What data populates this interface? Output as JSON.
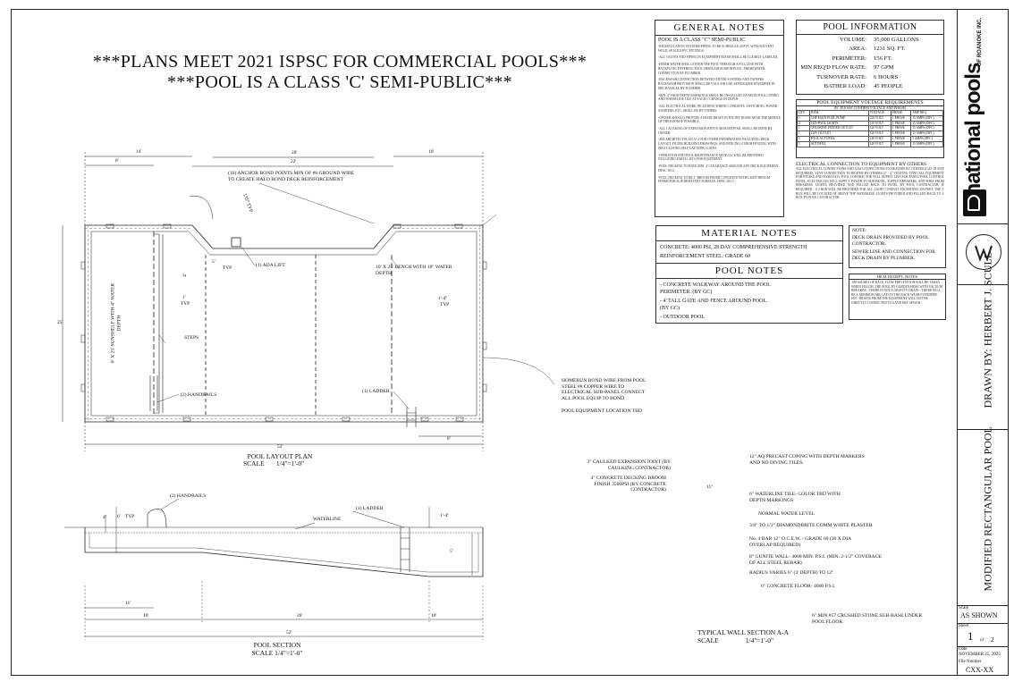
{
  "banner": {
    "line1": "***PLANS MEET 2021 ISPSC FOR COMMERCIAL POOLS***",
    "line2": "***POOL IS A CLASS 'C' SEMI-PUBLIC***"
  },
  "general_notes": {
    "title": "GENERAL NOTES",
    "subtitle": "POOL IS A CLASS \"C\" SEMI-PUBLIC",
    "paragraphs": [
      "-RECIRCULATION SYSTEMS PIPING TO BE SCHEDULE 40 PVC WITH SOLVENT WELD, SEALED PVC FITTINGS.",
      "-ALL VALVES AND PIPING IN EQUIPMENT ROOM SHALL BE CLEARLY LABELED.",
      "-FRESH WATER SHALL ENTER THE POOL THROUGH A FILL LINE WITH BACKFLOW, ENTERING POOL THROUGH SUMP IN POOL. FRESH WATER CONNECTION BY PLUMBER.",
      "-BACKWASH CONNECTION BETWEEN FILTER SYSTEMS AND OWNERS BACKWASH PROVISION SHALL BE VIA A AIR GAP, SEWER LINE STANDPIPE IN MECHANICAL BY PLUMBER.",
      "-MIN. 4\" HIGH DEPTH MARKINGS SHALL BE INSTALLED ON MAIN POOL COPING AND WATERLINE TILE AT EACH 1' CHANGE IN DEPTH.",
      "-ALL ELECTRICAL WORK INCLUDING WIRING CONDUITS, SWITCHING, POWER STARTERS, ETC. SHALL BE BY OTHERS.",
      "-OWNER SHOULD PROVIDE A HOOK DRAIN IN POLTRY ROOM NEAR THE MIDDLE OF THE ROOM IF POSSIBLE.",
      "-ALL CAULKING OF EXPANSION JOINTS AROUND POOL SHALL BE DONE BY OWNER.",
      "-SEE ARCHITECT PLAN A1.0 FOR OTHER INFORMATION INCLUDING DECK LAYOUT, FILTER BUILDING DRAWINGS, AND FENCING 4' HIGH FENCING WITH SELF CLOSING SELF LATCHING GATES.",
      "-OPERATION AND POOL MAINTENANCE MANUAL WILL BE PROVIDED INCLUDING PARTS LISTS FOR EQUIPMENT.",
      "-POOL DECKING TO HAVE MIN. 4' CLEARANCE AROUND ANY DECK EQUIPMENT. ISPSC 304.1",
      "-POOL DECKING TO BE 4\" BROOM FINISH CONCRETE WITH LIGHT BROOM FINISH FOR SLIP RESISTANT SURFACE. ISPSC 305.3"
    ]
  },
  "pool_info": {
    "title": "POOL INFORMATION",
    "rows": [
      {
        "k": "VOLUME:",
        "v": "35,000 GALLONS"
      },
      {
        "k": "AREA:",
        "v": "1231 SQ. FT."
      },
      {
        "k": "PERIMETER:",
        "v": "156 FT."
      },
      {
        "k": "MIN REQ'D FLOW RATE:",
        "v": "97 GPM"
      },
      {
        "k": "TURNOVER RATE:",
        "v": "6 HOURS"
      },
      {
        "k": "BATHER LOAD:",
        "v": "45 PEOPLE"
      }
    ]
  },
  "voltage": {
    "title": "POOL EQUIPMENT VOLTAGE REQUIREMENTS",
    "subtitle": "(EC PLEASE CONFIRM VOLTAGE AND PHASE)",
    "headers": [
      "QTY",
      "ITEM",
      "VOLTAGE",
      "PHASE",
      "AMP REQ."
    ],
    "rows": [
      [
        "1",
        "3 HP MAIN POOL PUMP",
        "230 VOLT",
        "1 PHASE",
        "15 AMPS (DFC)"
      ],
      [
        "2",
        "LED POOL LIGHTS",
        "120 VOLT",
        "1 PHASE",
        "15 AMPS (DFC)"
      ],
      [
        "1",
        "CHLORINE FEEDER OUTLET",
        "120 VOLT",
        "1 PHASE",
        "15 AMPS (DFC)"
      ],
      [
        "1",
        "120V OUTLET",
        "120 VOLT",
        "1 PHASE",
        "15 AMPS (DFC)"
      ],
      [
        "1",
        "POOL AUTOFILL",
        "120 VOLT",
        "1 PHASE",
        "5 AMPS (DFC)"
      ],
      [
        "1",
        "AUTOFILL",
        "120 VOLT",
        "1 PHASE",
        "15 AMPS (DFC)"
      ]
    ],
    "elec_title": "ELECTRICAL CONNECTION TO EQUIPMENT BY OTHERS",
    "elec_text": "ALL ELECTRICAL CONNECTIONS AND GAS CONNECTIONS TO HEATERS BY OTHERS (GAS IN SITE REQUIRED). VENT CONNECTION TO HEATER BY OTHERS (2\" - 4\" VENTING TYPE) ALL EQUIPMENT FOR INTAKE AND EXHAUST). POOL CONTRACTOR WILL SUPPLY 120A SUB PANEL/POOL CONTROL PANEL, ELECTRICIAN WILL SUPPLY POWER TO SUB-PANEL, SUPPLY BREAKERS, AND WIRE FROM BREAKERS. LIGHTS PROVIDED AND PULLED BACK TO PANEL BY POOL CONTRACTOR. IF REQUIRED - A J-BOX WILL BE PROVIDED FOR ALL LIGHT CONDUIT EXCEEDING 300 FEET. THE J-BOX WILL BE LOCATED AT ABOVE THE WATERLINE. LIGHTS PROVIDED AND PULLED BACK TO J-BOX BY POOL CONTRACTOR."
  },
  "material_notes": {
    "title": "MATERIAL NOTES",
    "lines": [
      "CONCRETE: 4000 PSI, 28 DAY COMPREHENSIVE STRENGTH",
      "REINFORCEMENT STEEL: GRADE 60"
    ]
  },
  "pool_notes": {
    "title": "POOL NOTES",
    "lines": [
      "- CONCRETE WALKWAY AROUND THE POOL PERIMETER. (BY GC)",
      "- 4' TALL GATE AND FENCE AROUND POOL. (BY GC)",
      "- OUTDOOR POOL"
    ]
  },
  "note_box": {
    "title": "NOTE:",
    "lines": [
      "DECK DRAIN PROVIDED BY POOL CONTRACTOR.",
      "SEWER LINE AND CONNECTION FOR DECK DRAIN BY PLUMBER."
    ]
  },
  "health_note": {
    "title": "HEALTH DEPT. NOTES",
    "text": "-MEASURES OF BACK FLOW PREVENTION WILL BE TAKEN WHEN FILLING THE POOL BY GARDEN HOSE WITH VACUUM BREAKER. -THERE IS NOT A GRAVITY DRAIN. -THERE WILL BE A MINIMUM AIR GAP ON THE BACK WASH STANDPIPE 6IN. -DRAINS FROM THE EQUIPMENT WILL NOT BE DIRECTLY CONNECTED TO SANITARY SEWER."
  },
  "title_block": {
    "company_top": "OF ROANOKE INC.",
    "company_logo": "national pools",
    "drawn_by": "DRAWN BY: HERBERT J. SCULL",
    "project": "MODIFIED RECTANGULAR POOL",
    "scale_label": "Scale",
    "scale_value": "AS SHOWN",
    "sheet_label": "Sheet",
    "sheet_num": "1",
    "sheet_of": "of",
    "sheet_total": "2",
    "date_label": "Date",
    "date_value": "NOVEMBER 25, 2025",
    "file_label": "File Number",
    "file_value": "CXX-XX"
  },
  "plan": {
    "title": "POOL LAYOUT PLAN",
    "scale": "SCALE       1/4\"=1'-0\"",
    "dims": {
      "top_14": "14'",
      "top_10": "10'",
      "top_28": "28'",
      "top_22": "22'",
      "top_8": "8'",
      "left_25": "25'",
      "bottom_52": "52'",
      "bottom_8": "8'",
      "typ_5": "5'",
      "typ": "TYP",
      "dim_1": "1'",
      "dim_1_4": "1'-4\"",
      "dim_4": "4'",
      "angle": "135° TYP"
    },
    "labels": {
      "anchor": "(16) ANCHOR BOND POINTS MIN OF #8 GROUND WIRE TO CREATE HALO BOND DECK REINFORCEMENT",
      "ada": "(1) ADA LIFT",
      "bench": "10' X 25' BENCH WITH 18\" WATER DEPTH",
      "sunshelf": "8' X 25' SUNSHELF WITH 4\" WATER DEPTH",
      "steps": "STEPS",
      "handrails": "(2) HANDRAILS",
      "ladder": "(1) LADDER",
      "homerun": "HOMERUN BOND WIRE FROM POOL STEEL #8 COPPER WIRE TO ELECTRICAL SUB-PANEL CONNECT ALL POOL EQUIP TO BOND",
      "equip": "POOL EQUIPMENT LOCATION TBD"
    }
  },
  "section": {
    "title": "POOL SECTION",
    "scale": "SCALE 1/4\"=1'-0\"",
    "labels": {
      "handrails": "(2) HANDRAILS",
      "ladder": "(1) LADDER",
      "waterline": "WATERLINE",
      "d4": "4'",
      "d6": "6'",
      "typ": "TYP",
      "d1_4": "1'-4\"",
      "d5": "5'",
      "d11": "11'",
      "d16": "16'",
      "d26": "26'",
      "d10": "10'",
      "d52": "52'"
    }
  },
  "wall": {
    "title": "TYPICAL WALL SECTION A-A",
    "scale": "SCALE                1/4\"=1'-0\"",
    "labels": {
      "expansion": "3\" CAULKED EXPANSION JOINT (BY CAULKING CONTRACTOR)",
      "decking": "4\" CONCRETE DECKING BROOM FINISH 3500PSI (BY CONCRETE CONTRACTOR)",
      "coping": "12\" AQ PRECAST COPING WITH DEPTH MARKERS AND NO DIVING TILES.",
      "tile": "6\" WATERLINE TILE- COLOR TBD WITH DEPTH MARKINGS",
      "water": "NORMAL WATER LEVEL",
      "plaster": "3/8\" TO 1/2\" DIAMONDBRITE COMM WHITE PLASTER",
      "rebar": "No. 4 BAR 12\" O.C.E.W. - GRADE 60 (30 X DIA OVERLAP REQUIRED)",
      "gunite": "8\" GUNITE WALL- 4000 MIN. P.S.I. (MIN. 2-1/2\" COVERAGE OF ALL STEEL REBAR)",
      "radius": "RADIUS VARIES 6\" (3' DEPTH) TO 12\"",
      "floor": "6\" CONCRETE FLOOR- 4000 P.S.I.",
      "stone": "6\" MIN #57 CRUSHED STONE SUB-BASE UNDER POOL FLOOR.",
      "d11": "11\""
    }
  }
}
